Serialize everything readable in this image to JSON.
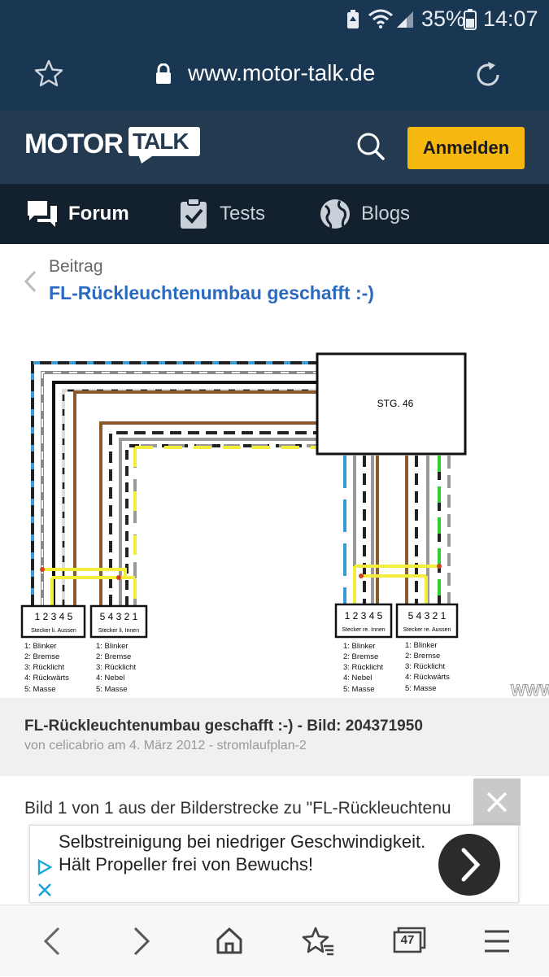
{
  "status_bar": {
    "battery": "35%",
    "time": "14:07"
  },
  "browser": {
    "url": "www.motor-talk.de"
  },
  "site": {
    "logo_left": "MOTOR",
    "logo_right": "TALK",
    "login_label": "Anmelden",
    "nav": [
      {
        "label": "Forum"
      },
      {
        "label": "Tests"
      },
      {
        "label": "Blogs"
      }
    ]
  },
  "post": {
    "crumb": "Beitrag",
    "title": "FL-Rückleuchtenumbau geschafft :-)"
  },
  "diagram": {
    "box_label": "STG. 46",
    "connectors": [
      {
        "pins": "1 2 3 4 5",
        "name": "Stecker li. Aussen",
        "legend": [
          "1: Blinker",
          "2: Bremse",
          "3: Rücklicht",
          "4: Rückwärts",
          "5: Masse"
        ]
      },
      {
        "pins": "5 4 3 2 1",
        "name": "Stecker li. Innen",
        "legend": [
          "1: Blinker",
          "2: Bremse",
          "3: Rücklicht",
          "4: Nebel",
          "5: Masse"
        ]
      },
      {
        "pins": "1 2 3 4 5",
        "name": "Stecker re. Innen",
        "legend": [
          "1: Blinker",
          "2: Bremse",
          "3: Rücklicht",
          "4: Nebel",
          "5: Masse"
        ]
      },
      {
        "pins": "5 4 3 2 1",
        "name": "Stecker re. Aussen",
        "legend": [
          "1: Blinker",
          "2: Bremse",
          "3: Rücklicht",
          "4: Rückwärts",
          "5: Masse"
        ]
      }
    ],
    "watermark": "WWW"
  },
  "caption": {
    "title": "FL-Rückleuchtenumbau geschafft :-) - Bild: 204371950",
    "meta": "von celicabrio am 4. März 2012 - stromlaufplan-2"
  },
  "body_text": "Bild 1 von 1 aus der Bilderstrecke zu \"FL-Rückleuchtenu",
  "ad": {
    "text": "Selbstreinigung bei niedriger Geschwindigkeit. Hält Propeller frei von Bewuchs!"
  },
  "bottom_bar": {
    "tab_count": "47"
  },
  "colors": {
    "header": "#193653",
    "accent": "#f6b70f",
    "link": "#2a6ac0",
    "nav": "#13212f"
  }
}
